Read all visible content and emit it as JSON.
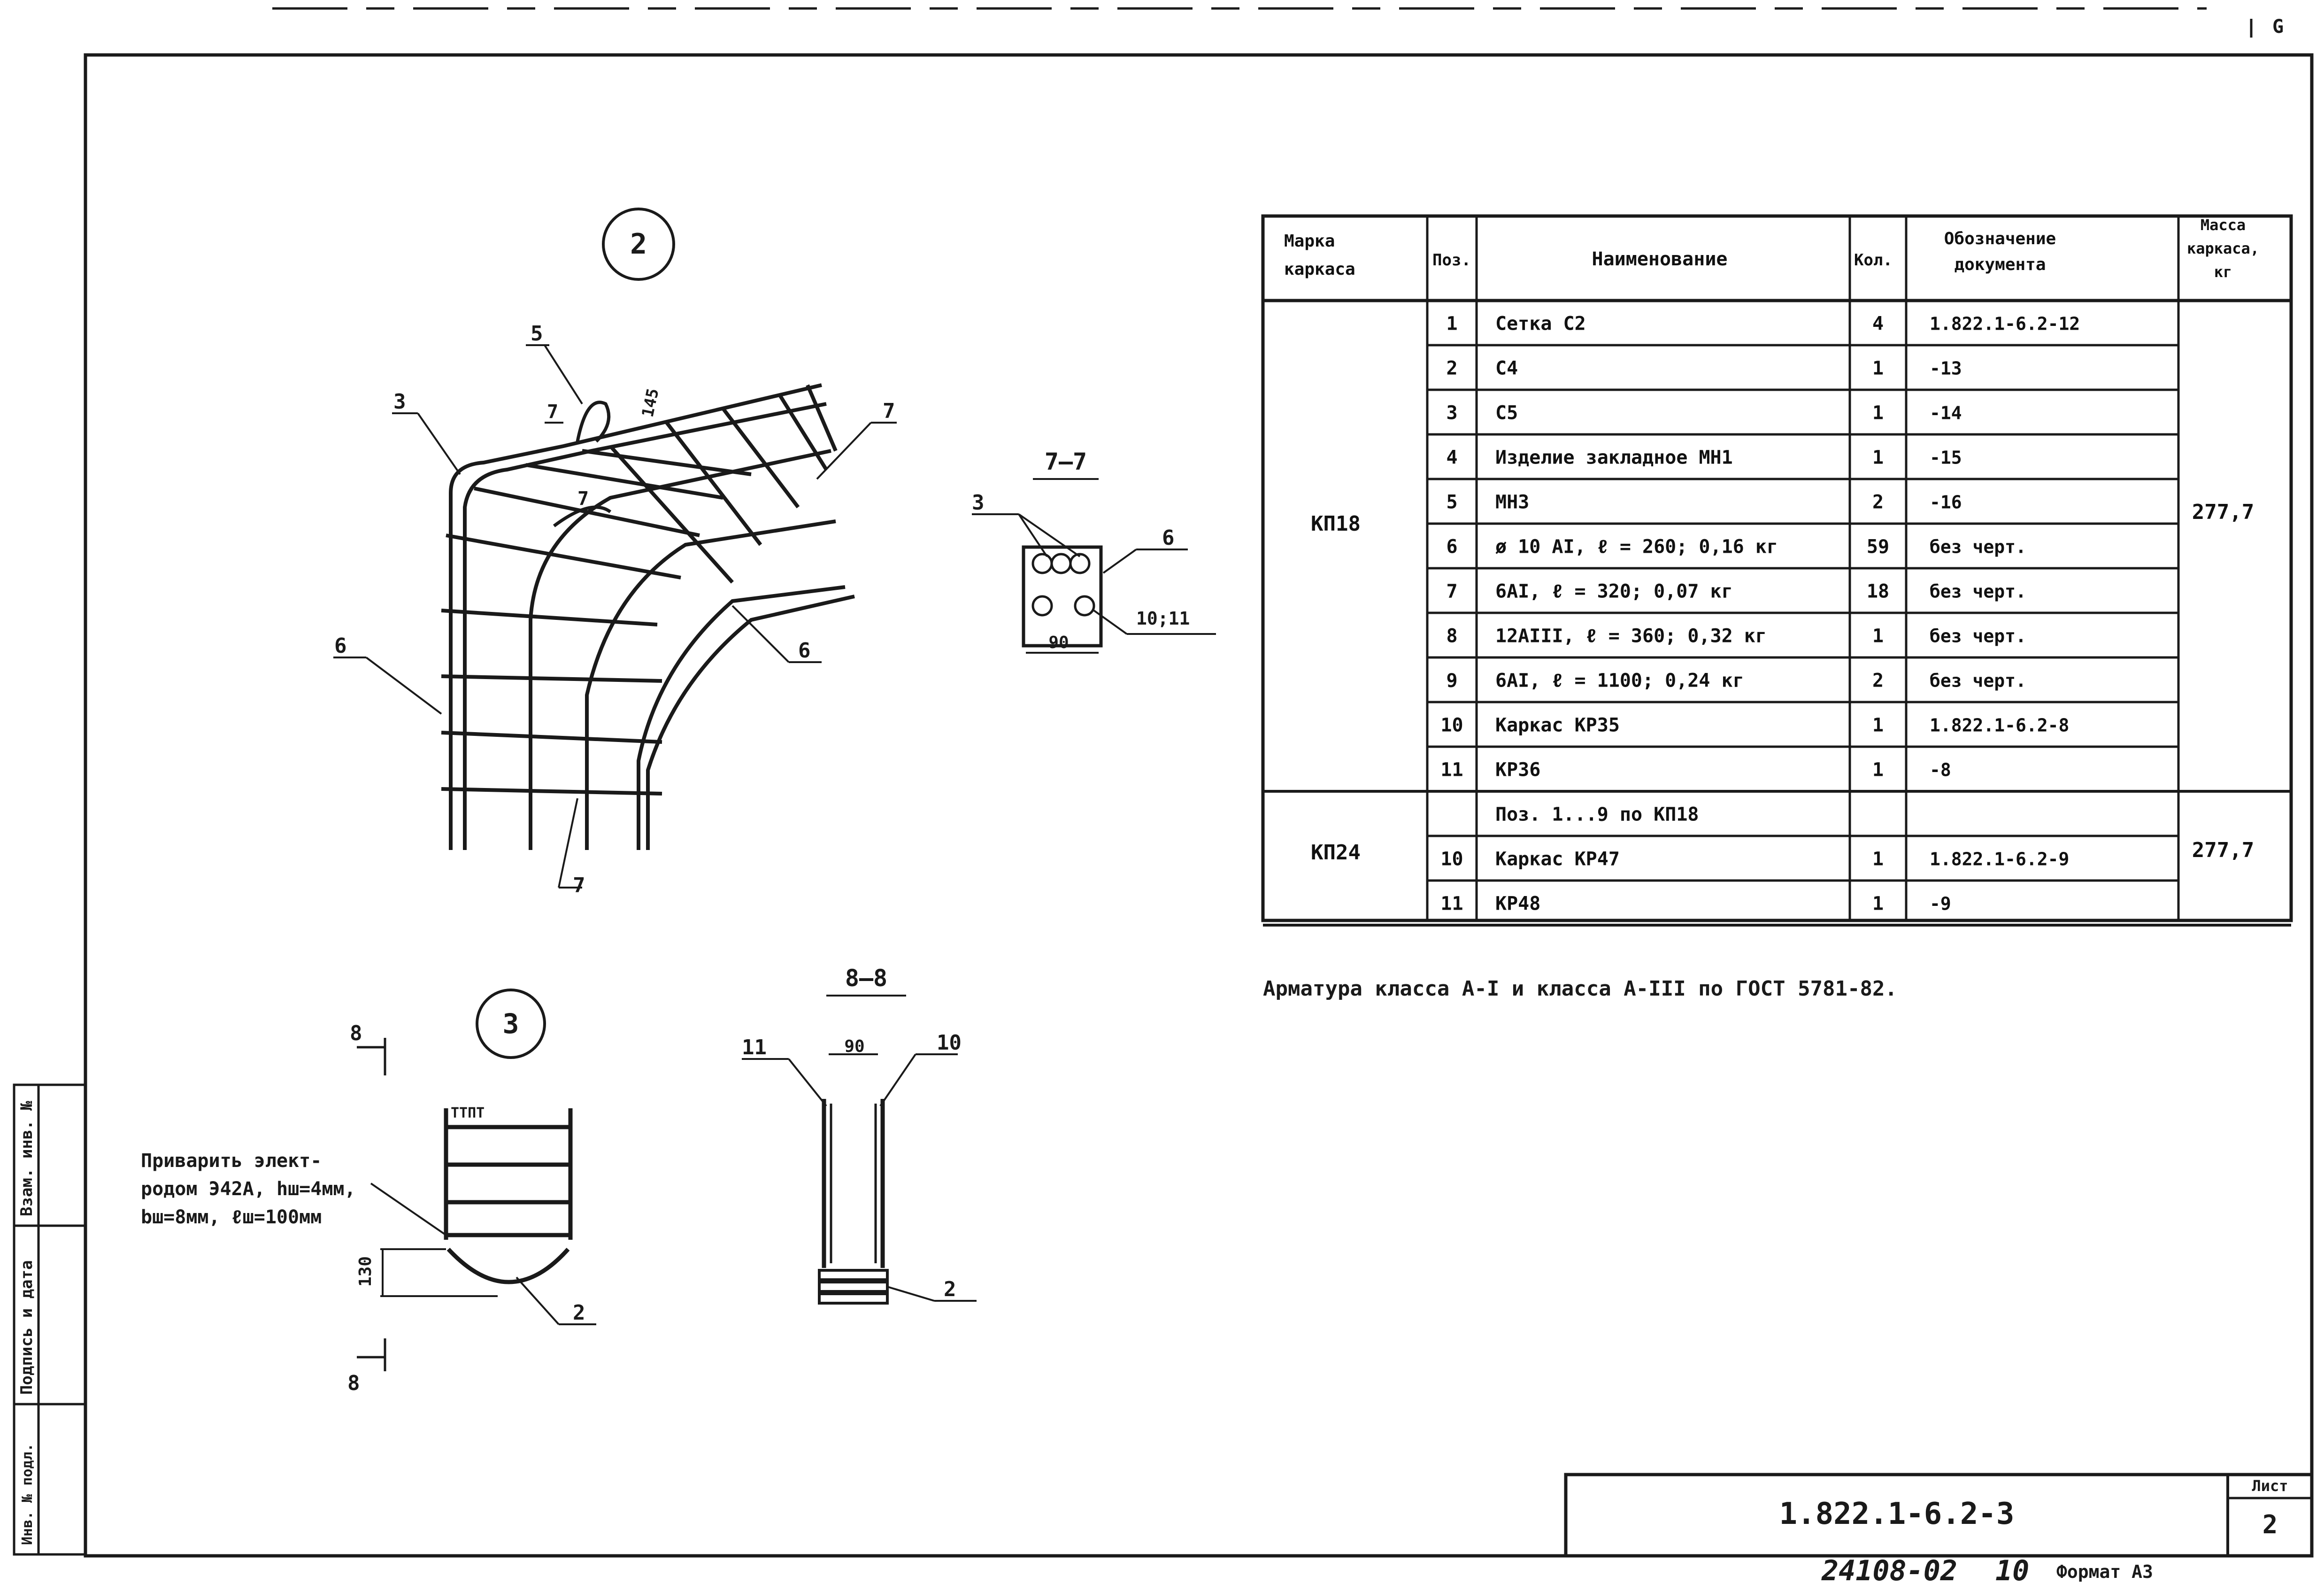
{
  "corner_mark": "G",
  "circle_labels": [
    "2",
    "3"
  ],
  "drawing2": {
    "callouts": [
      "5",
      "3",
      "7",
      "7",
      "7",
      "7",
      "6",
      "6"
    ],
    "dim": "145"
  },
  "section77": {
    "title": "7–7",
    "callouts": [
      "3",
      "6",
      "10;11"
    ],
    "dim": "90"
  },
  "section88": {
    "title": "8–8",
    "callouts": [
      "11",
      "10",
      "2"
    ],
    "dim": "90"
  },
  "drawing3": {
    "cut_marks": [
      "8",
      "8"
    ],
    "note_lines": [
      "Приварить элект-",
      "родом Э42А, hш=4мм,",
      "bш=8мм, ℓш=100мм"
    ],
    "dim": "130",
    "callout": "2"
  },
  "spec_table": {
    "headers": {
      "mark": [
        "Марка",
        "каркаса"
      ],
      "pos": "Поз.",
      "name": "Наименование",
      "qty": "Кол.",
      "doc": [
        "Обозначение",
        "документа"
      ],
      "mass": [
        "Масса",
        "каркаса,",
        "кг"
      ]
    },
    "groups": [
      {
        "mark": "КП18",
        "mass": "277,7",
        "rows": [
          {
            "pos": "1",
            "name": "Сетка С2",
            "qty": "4",
            "doc": "1.822.1-6.2-12"
          },
          {
            "pos": "2",
            "name": "С4",
            "qty": "1",
            "doc": "-13"
          },
          {
            "pos": "3",
            "name": "С5",
            "qty": "1",
            "doc": "-14"
          },
          {
            "pos": "4",
            "name": "Изделие закладное МН1",
            "qty": "1",
            "doc": "-15"
          },
          {
            "pos": "5",
            "name": "МН3",
            "qty": "2",
            "doc": "-16"
          },
          {
            "pos": "6",
            "name": "ø 10 AI, ℓ = 260; 0,16 кг",
            "qty": "59",
            "doc": "без черт."
          },
          {
            "pos": "7",
            "name": "6AI, ℓ = 320; 0,07 кг",
            "qty": "18",
            "doc": "без черт."
          },
          {
            "pos": "8",
            "name": "12AIII, ℓ = 360; 0,32 кг",
            "qty": "1",
            "doc": "без черт."
          },
          {
            "pos": "9",
            "name": "6AI, ℓ = 1100; 0,24 кг",
            "qty": "2",
            "doc": "без черт."
          },
          {
            "pos": "10",
            "name": "Каркас КР35",
            "qty": "1",
            "doc": "1.822.1-6.2-8"
          },
          {
            "pos": "11",
            "name": "КР36",
            "qty": "1",
            "doc": "-8"
          }
        ]
      },
      {
        "mark": "КП24",
        "mass": "277,7",
        "rows": [
          {
            "pos": "",
            "name": "Поз. 1...9 по КП18",
            "qty": "",
            "doc": ""
          },
          {
            "pos": "10",
            "name": "Каркас КР47",
            "qty": "1",
            "doc": "1.822.1-6.2-9"
          },
          {
            "pos": "11",
            "name": "КР48",
            "qty": "1",
            "doc": "-9"
          }
        ]
      }
    ]
  },
  "note": "Арматура класса А-I и класса А-III по ГОСТ 5781-82.",
  "side_stamp": [
    "Взам. инв. №",
    "Подпись и дата",
    "Инв. № подл."
  ],
  "title_block": {
    "designation": "1.822.1-6.2-3",
    "sheet_label": "Лист",
    "sheet_no": "2"
  },
  "footer": {
    "archive_no": "24108-02",
    "copy": "10",
    "format": "Формат А3"
  }
}
